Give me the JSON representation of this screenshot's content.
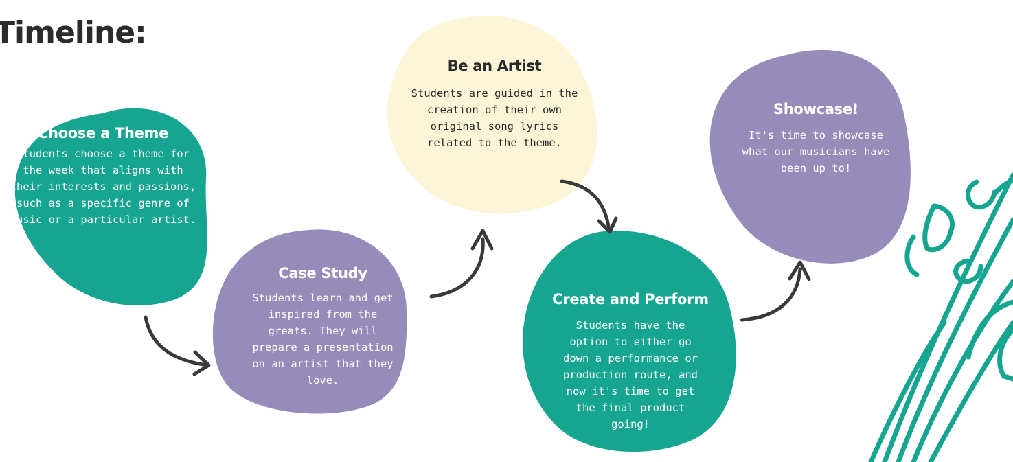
{
  "title": "Timeline:",
  "colors": {
    "teal": "#16a590",
    "purple": "#978bb9",
    "yellow": "#fdf5d8",
    "arrow": "#3a3a3a",
    "text_dark": "#2b2b2b",
    "text_light": "#ffffff"
  },
  "steps": [
    {
      "heading": "Choose a Theme",
      "body": "Students choose a theme for the week that aligns with their interests and passions, such as a specific genre of music or a particular artist.",
      "color": "teal"
    },
    {
      "heading": "Case Study",
      "body": "Students learn and get inspired from the greats. They will prepare a presentation on an artist that they love.",
      "color": "purple"
    },
    {
      "heading": "Be an Artist",
      "body": "Students are guided  in the creation of their own original song lyrics related to the theme.",
      "color": "yellow"
    },
    {
      "heading": "Create and Perform",
      "body": "Students have the option to either go down a performance or production route, and now it's time to get the final product going!",
      "color": "teal"
    },
    {
      "heading": "Showcase!",
      "body": "It's time to showcase what our musicians have been up to!",
      "color": "purple"
    }
  ],
  "decoration": {
    "icon": "guitar-neck-icon",
    "color": "#16a590"
  }
}
